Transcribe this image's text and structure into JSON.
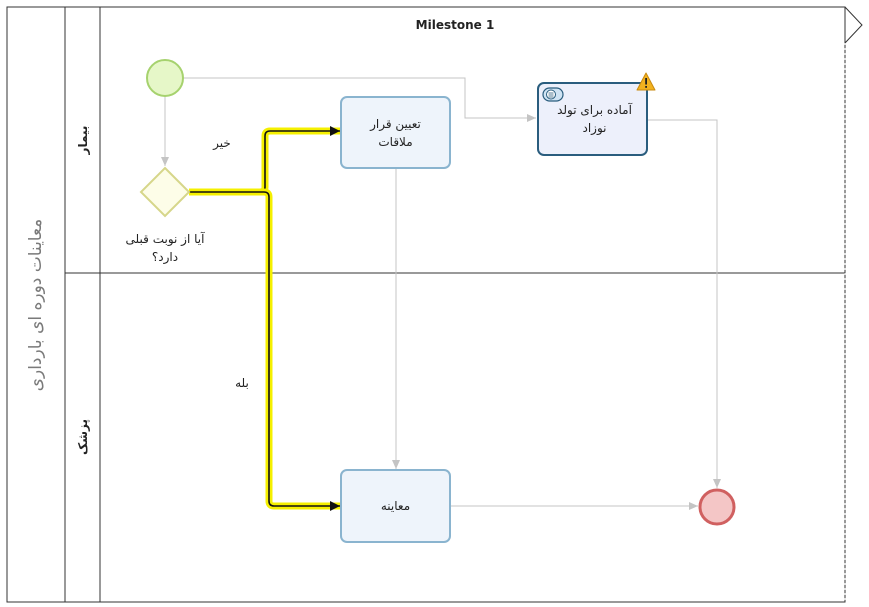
{
  "pool": {
    "title": "معاینات دوره ای بارداری"
  },
  "milestone": {
    "label": "Milestone 1"
  },
  "lanes": [
    {
      "label": "بیمار"
    },
    {
      "label": "پزشک"
    }
  ],
  "tasks": {
    "appointment": "تعیین قرار ملاقات",
    "newborn": "آماده برای تولد نوزاد",
    "exam": "معاینه"
  },
  "gateway": {
    "question": "آیا از نوبت قبلی دارد؟"
  },
  "flows": {
    "no": "خیر",
    "yes": "بله"
  },
  "colors": {
    "start_fill": "#e6f7c8",
    "start_stroke": "#a6d26e",
    "end_fill": "#f4c6c6",
    "end_stroke": "#d06060",
    "task_fill": "#eef4fb",
    "task_stroke": "#8ab4cf",
    "highlight": "#f5f000"
  }
}
